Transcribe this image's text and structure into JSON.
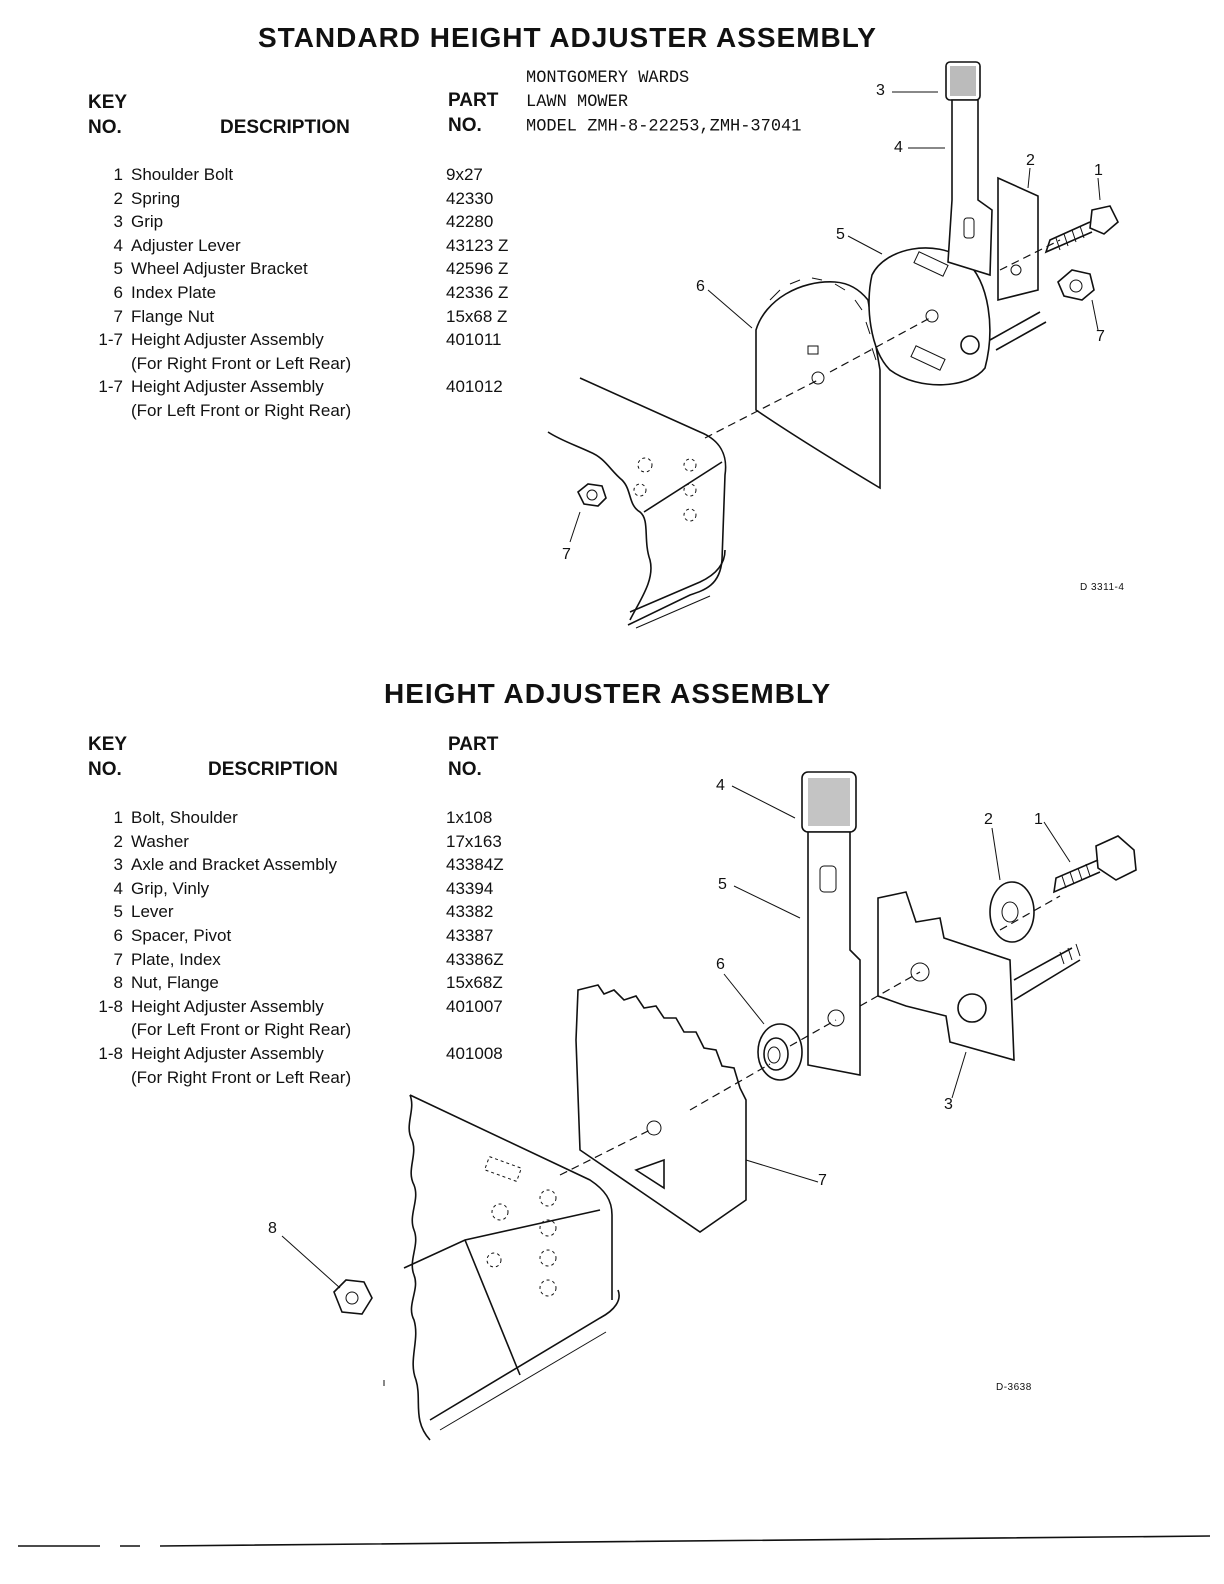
{
  "section1": {
    "title": "STANDARD HEIGHT ADJUSTER ASSEMBLY",
    "header": {
      "key": "KEY",
      "no": "NO.",
      "description": "DESCRIPTION",
      "part": "PART",
      "part_no": "NO."
    },
    "note": [
      "MONTGOMERY WARDS",
      "LAWN MOWER",
      "MODEL ZMH-8-22253,ZMH-37041"
    ],
    "rows": [
      {
        "key": "1",
        "desc": "Shoulder Bolt",
        "part": "9x27"
      },
      {
        "key": "2",
        "desc": "Spring",
        "part": "42330"
      },
      {
        "key": "3",
        "desc": "Grip",
        "part": "42280"
      },
      {
        "key": "4",
        "desc": "Adjuster Lever",
        "part": "43123 Z"
      },
      {
        "key": "5",
        "desc": "Wheel Adjuster Bracket",
        "part": "42596 Z"
      },
      {
        "key": "6",
        "desc": "Index Plate",
        "part": "42336 Z"
      },
      {
        "key": "7",
        "desc": "Flange Nut",
        "part": "15x68 Z"
      },
      {
        "key": "1-7",
        "desc": "Height Adjuster Assembly",
        "part": "401011"
      },
      {
        "key": "",
        "desc": "(For Right Front or Left Rear)",
        "part": ""
      },
      {
        "key": "1-7",
        "desc": "Height Adjuster Assembly",
        "part": "401012"
      },
      {
        "key": "",
        "desc": "(For Left Front or Right Rear)",
        "part": ""
      }
    ],
    "callouts": [
      "3",
      "4",
      "2",
      "1",
      "5",
      "6",
      "7",
      "7"
    ],
    "drawing_code": "D 3311-4"
  },
  "section2": {
    "title": "HEIGHT ADJUSTER ASSEMBLY",
    "header": {
      "key": "KEY",
      "no": "NO.",
      "description": "DESCRIPTION",
      "part": "PART",
      "part_no": "NO."
    },
    "rows": [
      {
        "key": "1",
        "desc": "Bolt, Shoulder",
        "part": "1x108"
      },
      {
        "key": "2",
        "desc": "Washer",
        "part": "17x163"
      },
      {
        "key": "3",
        "desc": "Axle and Bracket Assembly",
        "part": "43384Z"
      },
      {
        "key": "4",
        "desc": "Grip, Vinly",
        "part": "43394"
      },
      {
        "key": "5",
        "desc": "Lever",
        "part": "43382"
      },
      {
        "key": "6",
        "desc": "Spacer, Pivot",
        "part": "43387"
      },
      {
        "key": "7",
        "desc": "Plate, Index",
        "part": "43386Z"
      },
      {
        "key": "8",
        "desc": "Nut, Flange",
        "part": "15x68Z"
      },
      {
        "key": "1-8",
        "desc": "Height Adjuster Assembly",
        "part": "401007"
      },
      {
        "key": "",
        "desc": "(For Left Front or Right Rear)",
        "part": ""
      },
      {
        "key": "1-8",
        "desc": "Height Adjuster Assembly",
        "part": "401008"
      },
      {
        "key": "",
        "desc": "(For Right Front or Left Rear)",
        "part": ""
      }
    ],
    "callouts": [
      "4",
      "2",
      "1",
      "5",
      "6",
      "3",
      "7",
      "8"
    ],
    "drawing_code": "D-3638"
  }
}
